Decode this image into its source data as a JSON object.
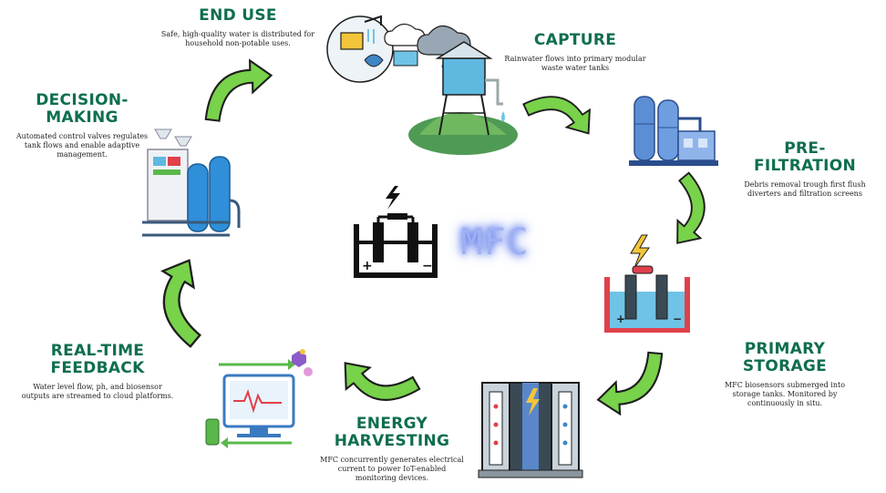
{
  "center": {
    "label": "MFC"
  },
  "stages": [
    {
      "key": "end_use",
      "title": "END USE",
      "desc": "Safe, high-quality water is distributed for household non-potable uses."
    },
    {
      "key": "capture",
      "title": "CAPTURE",
      "desc": "Rainwater flows into primary modular waste water tanks"
    },
    {
      "key": "pre_filtration",
      "title": "PRE-\nFILTRATION",
      "desc": "Debris removal trough first flush diverters and filtration screens"
    },
    {
      "key": "primary_storage",
      "title": "PRIMARY\nSTORAGE",
      "desc": "MFC biosensors submerged into storage tanks. Monitored by continuously in situ."
    },
    {
      "key": "energy_harvesting",
      "title": "ENERGY\nHARVESTING",
      "desc": "MFC concurrently generates electrical current to power IoT-enabled monitoring devices."
    },
    {
      "key": "real_time_feedback",
      "title": "REAL-TIME\nFEEDBACK",
      "desc": "Water level flow, ph, and biosensor outputs are streamed to cloud platforms."
    },
    {
      "key": "decision_making",
      "title": "DECISION-\nMAKING",
      "desc": "Automated control valves regulates tank flows and enable adaptive management."
    }
  ],
  "colors": {
    "title": "#0f6e4f",
    "arrow": "#78d24a",
    "arrow_outline": "#1e1e1e",
    "mfc_glow": "#4f6fe8",
    "battery": "#111111",
    "tank_red": "#e0404a",
    "water_blue": "#6fc3e6"
  },
  "icons": [
    "water-tower-icon",
    "filtration-plant-icon",
    "mfc-tank-icon",
    "mfc-stack-icon",
    "monitor-feedback-icon",
    "control-tanks-icon",
    "battery-bolt-icon",
    "cycle-arrow-icon"
  ]
}
